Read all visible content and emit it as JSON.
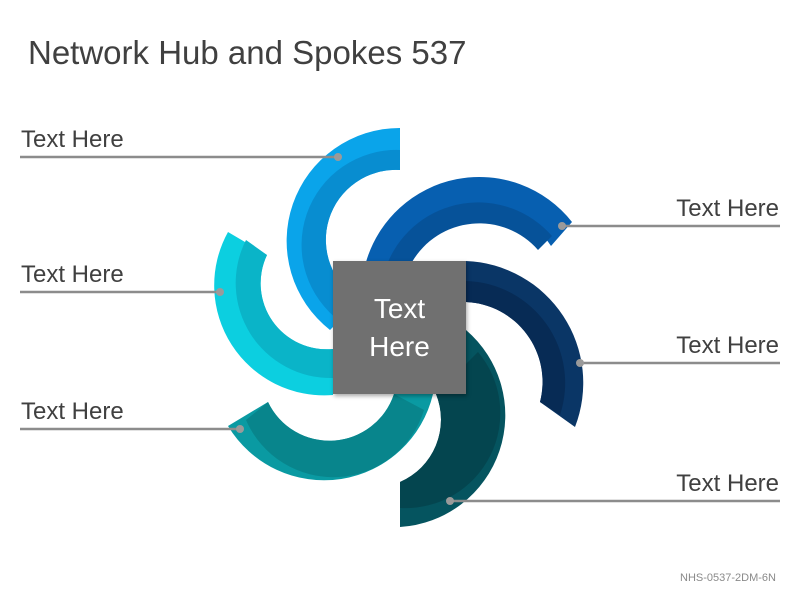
{
  "title": "Network Hub and Spokes 537",
  "hub": {
    "line1": "Text",
    "line2": "Here"
  },
  "labels": {
    "left_top": "Text Here",
    "left_mid": "Text Here",
    "left_bottom": "Text Here",
    "right_top": "Text Here",
    "right_mid": "Text Here",
    "right_bottom": "Text Here"
  },
  "doc_code": "NHS-0537-2DM-6N",
  "colors": {
    "spoke_1": "#0aa4ea",
    "spoke_2": "#075fb0",
    "spoke_3": "#0a3666",
    "spoke_4": "#05545f",
    "spoke_5": "#0a9aa2",
    "spoke_6": "#0ccfe0",
    "hub": "#707070",
    "leader_line": "#8c8c8c"
  }
}
